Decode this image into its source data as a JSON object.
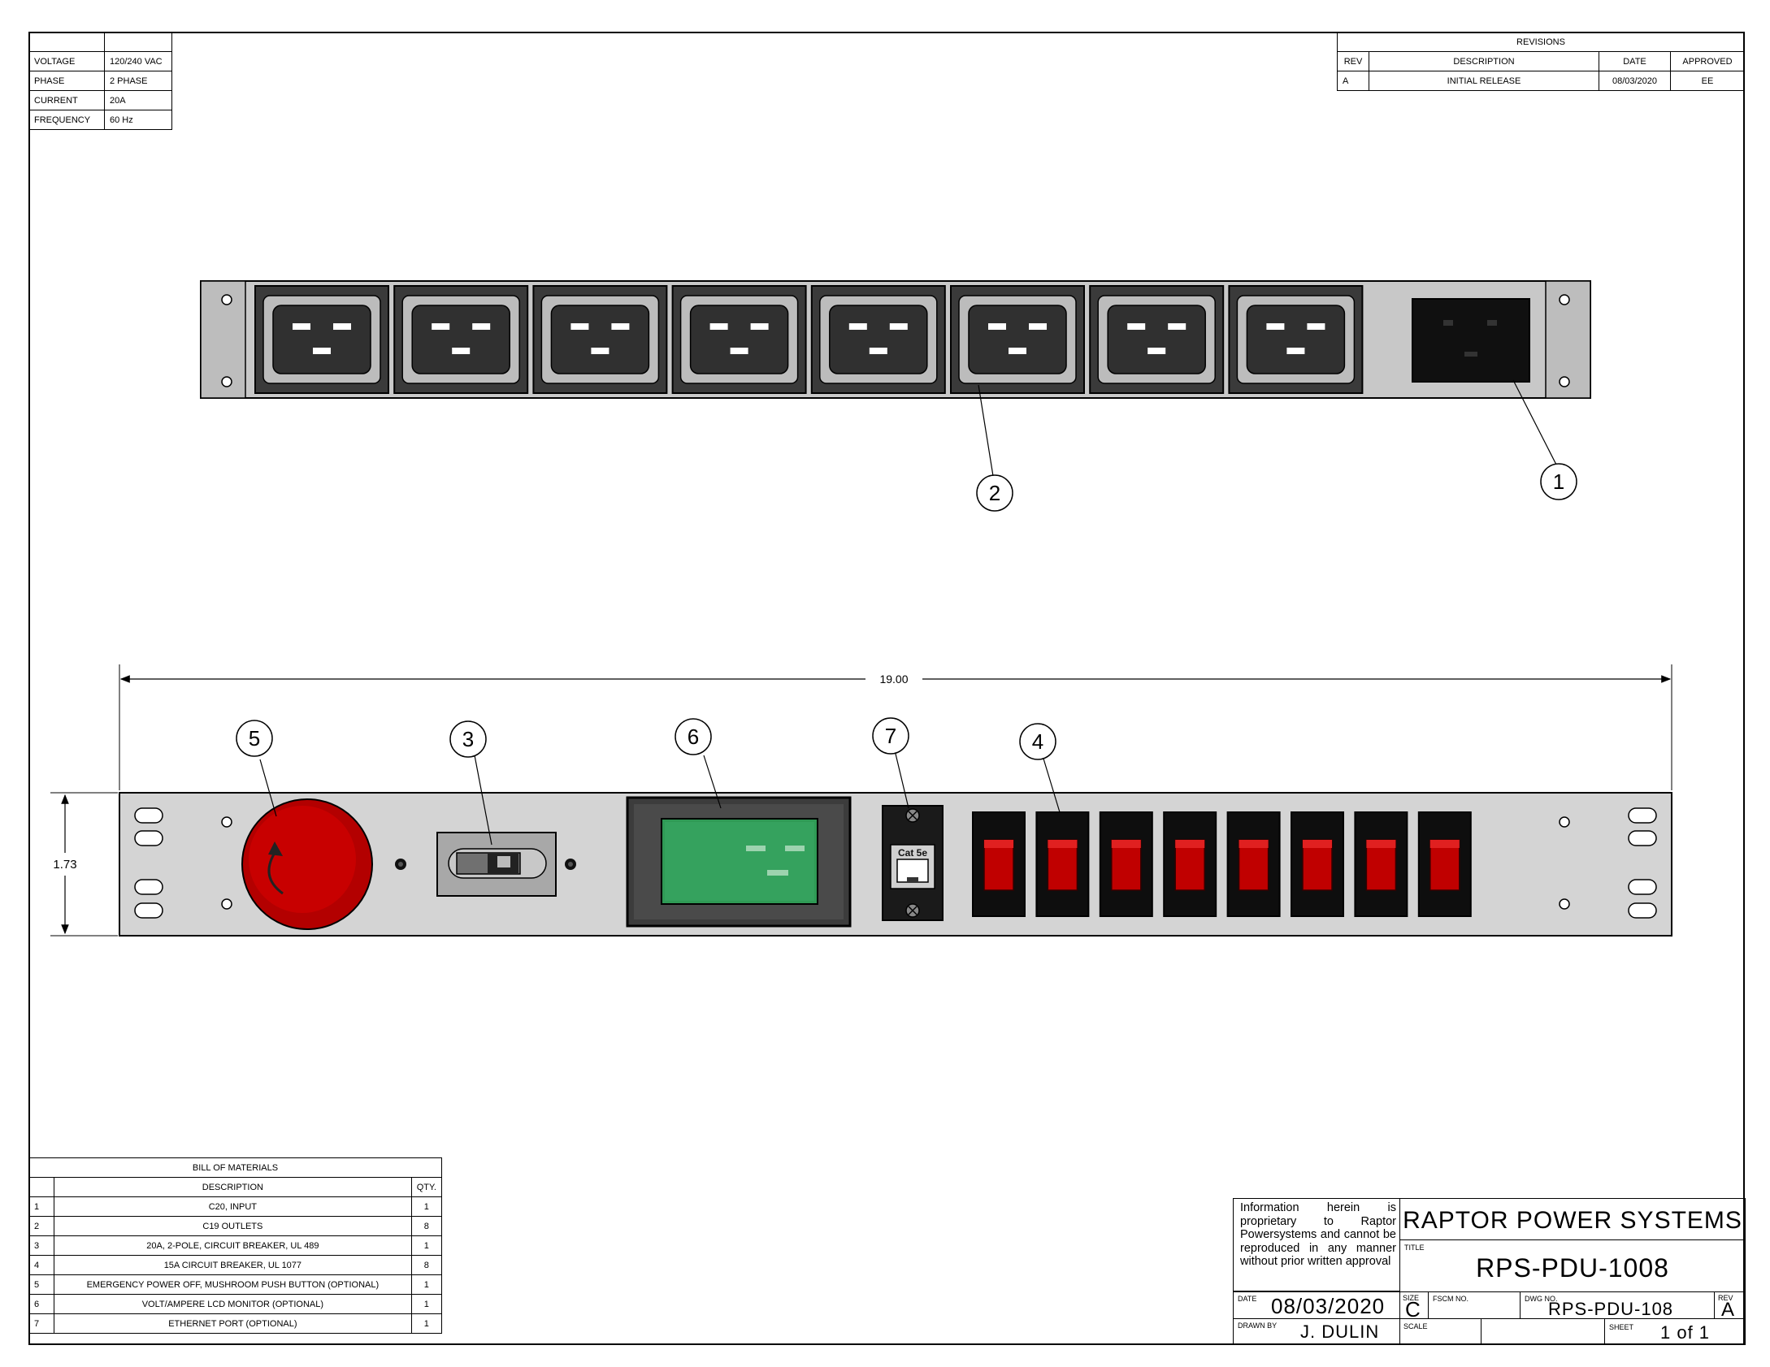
{
  "specs": [
    {
      "label": "VOLTAGE",
      "value": "120/240 VAC"
    },
    {
      "label": "PHASE",
      "value": "2 PHASE"
    },
    {
      "label": "CURRENT",
      "value": "20A"
    },
    {
      "label": "FREQUENCY",
      "value": "60 Hz"
    }
  ],
  "revisions": {
    "title": "REVISIONS",
    "headers": [
      "REV",
      "DESCRIPTION",
      "DATE",
      "APPROVED"
    ],
    "rows": [
      [
        "A",
        "INITIAL RELEASE",
        "08/03/2020",
        "EE"
      ]
    ]
  },
  "callouts": [
    "1",
    "2",
    "3",
    "4",
    "5",
    "6",
    "7"
  ],
  "dimensions": {
    "width": "19.00",
    "height": "1.73"
  },
  "panel": {
    "jack_label": "Cat 5e"
  },
  "bom": {
    "title": "BILL OF MATERIALS",
    "headers": [
      "DESCRIPTION",
      "QTY."
    ],
    "rows": [
      [
        "1",
        "C20, INPUT",
        "1"
      ],
      [
        "2",
        "C19 OUTLETS",
        "8"
      ],
      [
        "3",
        "20A, 2-POLE, CIRCUIT BREAKER, UL 489",
        "1"
      ],
      [
        "4",
        "15A CIRCUIT BREAKER, UL 1077",
        "8"
      ],
      [
        "5",
        "EMERGENCY POWER OFF, MUSHROOM PUSH BUTTON (OPTIONAL)",
        "1"
      ],
      [
        "6",
        "VOLT/AMPERE LCD MONITOR (OPTIONAL)",
        "1"
      ],
      [
        "7",
        "ETHERNET PORT (OPTIONAL)",
        "1"
      ]
    ]
  },
  "title_block": {
    "notice": "Information herein is proprietary to Raptor Powersystems and cannot be reproduced in any manner without prior written approval",
    "company": "RAPTOR POWER SYSTEMS",
    "title_label": "TITLE",
    "title": "RPS-PDU-1008",
    "date_label": "DATE",
    "date": "08/03/2020",
    "drawn_label": "DRAWN BY",
    "drawn_by": "J. DULIN",
    "size_label": "SIZE",
    "size": "C",
    "fscm_label": "FSCM NO.",
    "dwg_label": "DWG NO.",
    "dwg_no": "RPS-PDU-108",
    "rev_label": "REV",
    "rev": "A",
    "scale_label": "SCALE",
    "sheet_label": "SHEET",
    "sheet": "1 of 1"
  }
}
